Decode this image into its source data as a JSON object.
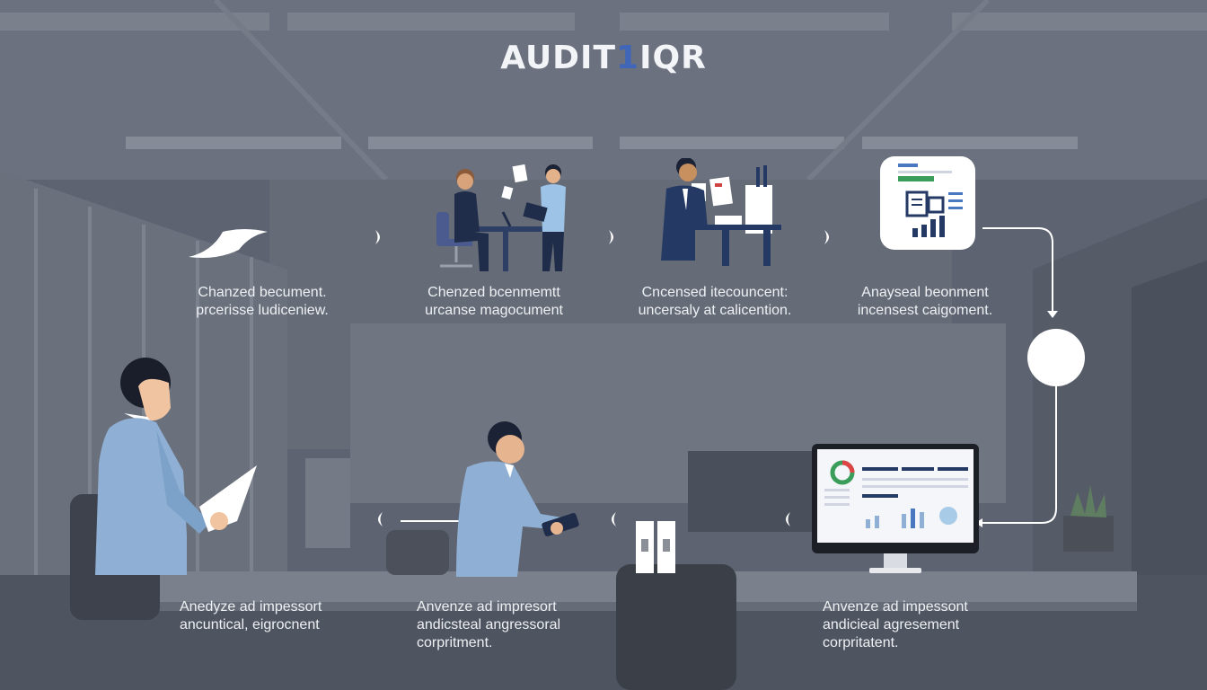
{
  "title": {
    "main": "AUDIT",
    "accent": "1",
    "tail": "IQR"
  },
  "top_steps": [
    {
      "line1": "Chanzed becument.",
      "line2": "prcerisse ludiceniew."
    },
    {
      "line1": "Chenzed bcenmemtt",
      "line2": "urcanse magocument"
    },
    {
      "line1": "Cncensed itecouncent:",
      "line2": "uncersaly at calicention."
    },
    {
      "line1": "Anayseal beonment",
      "line2": "incensest caigoment."
    }
  ],
  "bottom_steps": [
    {
      "line1": "Anedyze ad impessort",
      "line2": "ancuntical, eigrocnent"
    },
    {
      "line1": "Anvenze ad impresort",
      "line2": "andicsteal angressoral",
      "line3": "corpritment."
    },
    {
      "line1": "Anvenze ad impessont",
      "line2": "andicieal agresement",
      "line3": "corpritatent."
    }
  ],
  "colors": {
    "background": "#5d6370",
    "title_accent": "#3f66b8",
    "shirt": "#8fb0d4",
    "suit": "#243a64",
    "text": "#eef0f3"
  },
  "icons": [
    "paper-icon",
    "workstation-icon",
    "auditor-desk-icon",
    "report-chart-icon",
    "dashboard-monitor-icon",
    "binders-icon",
    "tablet-worker-icon",
    "reading-person-icon"
  ]
}
